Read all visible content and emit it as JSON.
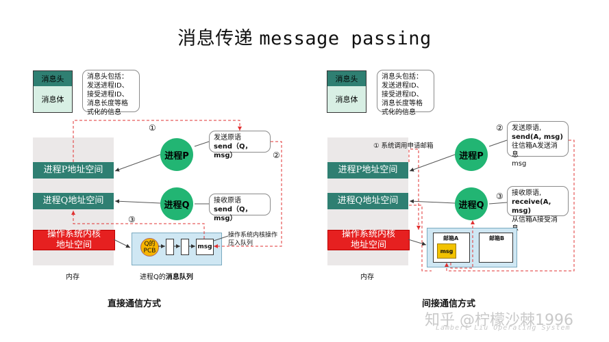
{
  "title": {
    "cn": "消息传递",
    "en": "message passing"
  },
  "header": {
    "head_label": "消息头",
    "body_label": "消息体",
    "note": [
      "消息头包括：",
      "发送进程ID、",
      "接受进程ID、",
      "消息长度等格",
      "式化的信息"
    ]
  },
  "memory": {
    "p_space": "进程P地址空间",
    "q_space": "进程Q地址空间",
    "kernel_line1": "操作系统内核",
    "kernel_line2": "地址空间",
    "label": "内存"
  },
  "process": {
    "p": "进程P",
    "q": "进程Q"
  },
  "direct": {
    "step1": "①",
    "step2": "②",
    "step3": "③",
    "send_note": {
      "line1": "发送原语",
      "line2": "send（Q，msg）"
    },
    "recv_note": {
      "line1": "接收原语",
      "line2": "send（Q，msg）"
    },
    "kernel_note": {
      "line1": "操作系统内核操作",
      "line2": "压入队列"
    },
    "pcb": {
      "line1": "Q的",
      "line2": "PCB"
    },
    "msg": "msg",
    "queue_caption_prefix": "进程Q的",
    "queue_caption_bold": "消息队列",
    "caption": "直接通信方式"
  },
  "indirect": {
    "step1": "① 系统调用申请邮箱",
    "step2": "②",
    "step3a": "③",
    "step3b": "③",
    "send_note": {
      "line1": "发送原语,",
      "line2": "send(A, msg)",
      "line3": "往信箱A发送消息",
      "line4": "msg"
    },
    "recv_note": {
      "line1": "接收原语,",
      "line2": "receive(A, msg)",
      "line3": "从信箱A接受消息"
    },
    "mailbox_a": "邮箱A",
    "mailbox_b": "邮箱B",
    "msg": "msg",
    "caption": "间接通信方式"
  },
  "watermark": {
    "main": "知乎 @柠檬沙棘1996",
    "sub": "Lambert Liu   Operating System"
  }
}
